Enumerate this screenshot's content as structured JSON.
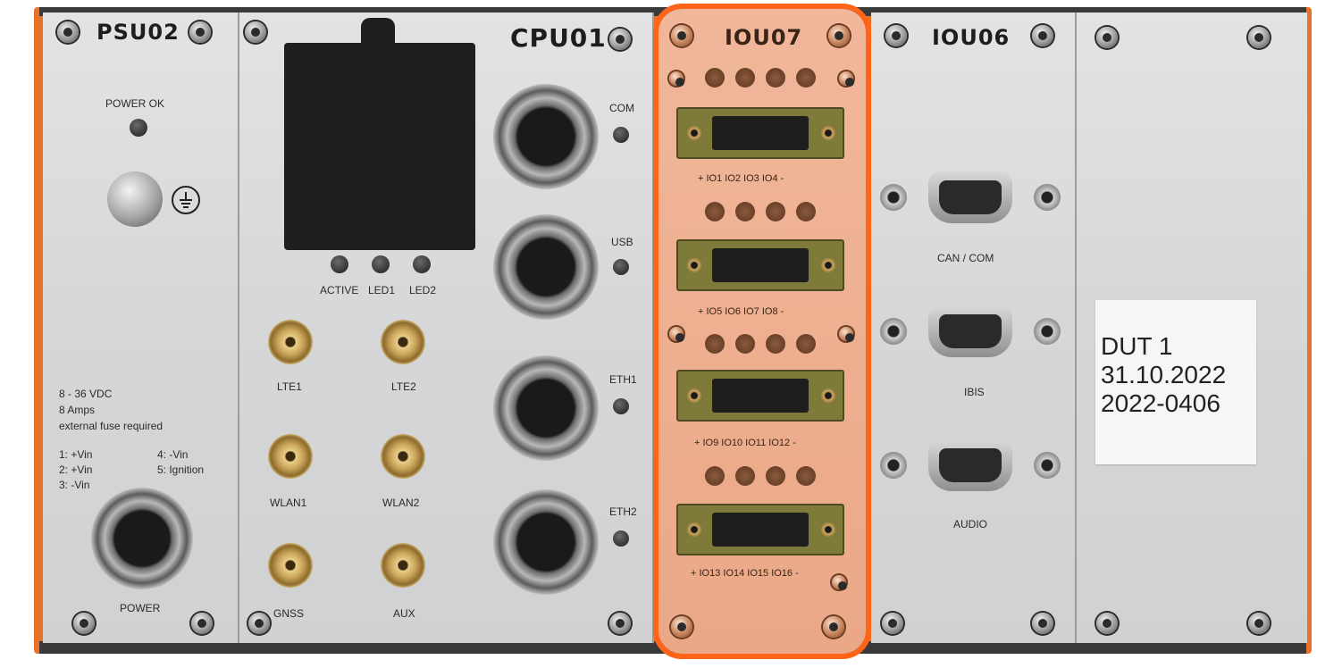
{
  "panels": {
    "psu02": {
      "title": "PSU02",
      "power_ok": "POWER OK",
      "spec_1": "8 - 36 VDC",
      "spec_2": "8 Amps",
      "spec_3": "external fuse required",
      "pin_1": "1: +Vin",
      "pin_2": "2: +Vin",
      "pin_3": "3: -Vin",
      "pin_4": "4: -Vin",
      "pin_5": "5: Ignition",
      "power": "POWER"
    },
    "cpu01": {
      "title": "CPU01",
      "active": "ACTIVE",
      "led1": "LED1",
      "led2": "LED2",
      "lte1": "LTE1",
      "lte2": "LTE2",
      "wlan1": "WLAN1",
      "wlan2": "WLAN2",
      "gnss": "GNSS",
      "aux": "AUX",
      "com": "COM",
      "usb": "USB",
      "eth1": "ETH1",
      "eth2": "ETH2"
    },
    "iou07": {
      "title": "IOU07",
      "row1": "+ IO1 IO2 IO3 IO4 -",
      "row2": "+ IO5 IO6 IO7 IO8 -",
      "row3": "+ IO9 IO10 IO11 IO12 -",
      "row4": "+ IO13 IO14 IO15 IO16 -"
    },
    "iou06": {
      "title": "IOU06",
      "can_com": "CAN / COM",
      "ibis": "IBIS",
      "audio": "AUDIO"
    },
    "blank": {
      "label_line1": "DUT 1",
      "label_line2": "31.10.2022",
      "label_line3": "2022-0406"
    }
  },
  "highlight_color": "#ff6418",
  "chassis_color": "#e8722a"
}
